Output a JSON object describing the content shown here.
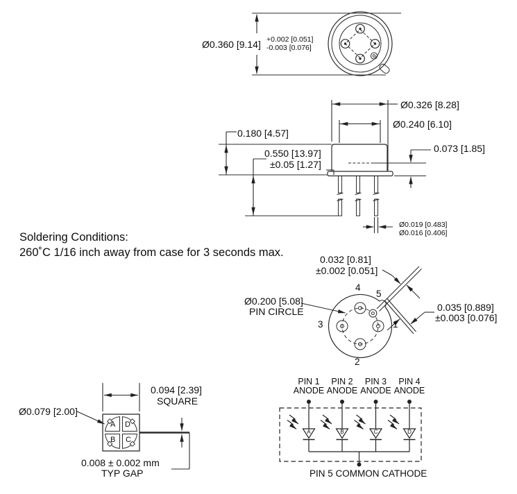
{
  "soldering": {
    "line1": "Soldering Conditions:",
    "line2": "260˚C 1/16 inch away from case for 3 seconds max."
  },
  "top_view": {
    "diameter": "Ø0.360 [9.14]",
    "tol_plus": "+0.002 [0.051]",
    "tol_minus": "-0.003 [0.076]"
  },
  "side_view": {
    "flange_dia": "Ø0.326 [8.28]",
    "cap_dia": "Ø0.240 [6.10]",
    "cap_height": "0.180 [4.57]",
    "lead_length": "0.550 [13.97]",
    "lead_length_tol": "±0.05 [1.27]",
    "window_depth": "0.073 [1.85]",
    "lead_dia_max": "Ø0.019 [0.483]",
    "lead_dia_min": "Ø0.016 [0.406]"
  },
  "bottom_view": {
    "tab_thickness": "0.032 [0.81]",
    "tab_thickness_tol": "±0.002 [0.051]",
    "pin_circle_dia": "Ø0.200 [5.08]",
    "pin_circle_label": "PIN CIRCLE",
    "tab_width": "0.035 [0.889]",
    "tab_width_tol": "±0.003 [0.076]",
    "pin_numbers": {
      "p1": "1",
      "p2": "2",
      "p3": "3",
      "p4": "4",
      "p5": "5"
    }
  },
  "chip_detail": {
    "square_dim": "0.094 [2.39]",
    "square_label": "SQUARE",
    "active_dia": "Ø0.079 [2.00]",
    "gap_dim": "0.008 ± 0.002 mm",
    "gap_label": "TYP GAP",
    "quadrants": {
      "a": "A",
      "b": "B",
      "c": "C",
      "d": "D"
    }
  },
  "schematic": {
    "pins": [
      {
        "pin": "PIN 1",
        "role": "ANODE"
      },
      {
        "pin": "PIN 2",
        "role": "ANODE"
      },
      {
        "pin": "PIN 3",
        "role": "ANODE"
      },
      {
        "pin": "PIN 4",
        "role": "ANODE"
      }
    ],
    "common": "PIN 5 COMMON CATHODE",
    "diodes": {
      "a": "A",
      "b": "B",
      "c": "C",
      "d": "D"
    }
  }
}
